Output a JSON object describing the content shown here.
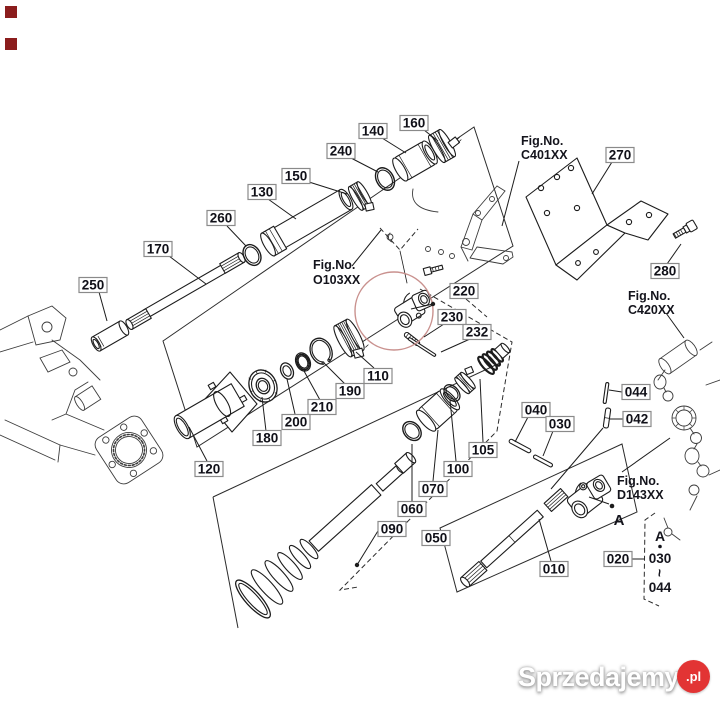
{
  "corner_markers": {
    "color": "#8b1d1d"
  },
  "watermark": {
    "brand": "Sprzedajemy",
    "tld": ".pl",
    "badge_color": "#e23434",
    "text_color": "#ffffff"
  },
  "diagram": {
    "accent": {
      "highlight_circle_color": "#c9918e"
    },
    "callouts": {
      "c010": "010",
      "c020": "020",
      "c030": "030",
      "c040": "040",
      "c042": "042",
      "c044": "044",
      "c050": "050",
      "c060": "060",
      "c070": "070",
      "c090": "090",
      "c100": "100",
      "c105": "105",
      "c110": "110",
      "c120": "120",
      "c130": "130",
      "c140": "140",
      "c150": "150",
      "c160": "160",
      "c170": "170",
      "c180": "180",
      "c190": "190",
      "c200": "200",
      "c210": "210",
      "c220": "220",
      "c230": "230",
      "c232": "232",
      "c240": "240",
      "c250": "250",
      "c260": "260",
      "c270": "270",
      "c280": "280"
    },
    "fig_labels": {
      "c401": {
        "line1": "Fig.No.",
        "line2": "C401XX"
      },
      "o103": {
        "line1": "Fig.No.",
        "line2": "O103XX"
      },
      "c420": {
        "line1": "Fig.No.",
        "line2": "C420XX"
      },
      "d143": {
        "line1": "Fig.No.",
        "line2": "D143XX"
      }
    },
    "annotations": {
      "ref_a_joint": "A",
      "ref_a_box": "A",
      "range_start": "030",
      "range_tilde": "~",
      "range_end": "044"
    }
  }
}
